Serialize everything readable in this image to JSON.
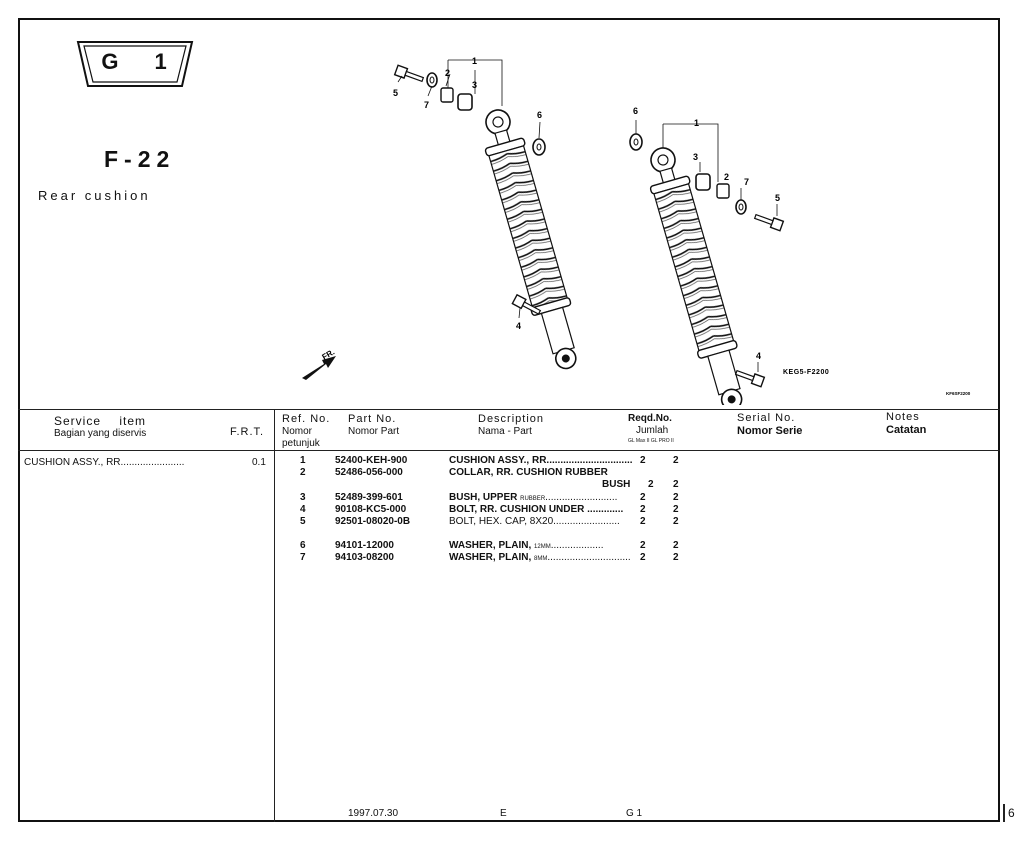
{
  "badge": {
    "letter": "G",
    "number": "1"
  },
  "figure": {
    "code": "F-22",
    "title": "Rear cushion",
    "diagram_code": "KEG5-F2200",
    "corner_code": "KF6SF2200",
    "front_marker": "FR.",
    "callouts_left": [
      "1",
      "2",
      "3",
      "4",
      "5",
      "6",
      "7"
    ],
    "callouts_right": [
      "1",
      "2",
      "3",
      "4",
      "5",
      "6",
      "7"
    ]
  },
  "table": {
    "headers": {
      "service_item": "Service item",
      "service_item_sub": "Bagian yang diservis",
      "frt": "F.R.T.",
      "ref_no": "Ref. No.",
      "ref_no_sub1": "Nomor",
      "ref_no_sub2": "petunjuk",
      "part_no": "Part No.",
      "part_no_sub": "Nomor Part",
      "description": "Description",
      "description_sub": "Nama - Part",
      "reqd_no": "Reqd.No.",
      "reqd_no_sub": "Jumlah",
      "reqd_models": "GL Max II  GL PRO II",
      "serial_no": "Serial No.",
      "serial_no_sub": "Nomor Serie",
      "notes": "Notes",
      "notes_sub": "Catatan"
    },
    "service": {
      "item": "CUSHION ASSY., RR.......................",
      "frt": "0.1"
    },
    "rows": [
      {
        "ref": "1",
        "part": "52400-KEH-900",
        "desc": "CUSHION ASSY., RR...............................",
        "q1": "2",
        "q2": "2"
      },
      {
        "ref": "2",
        "part": "52486-056-000",
        "desc": "COLLAR, RR. CUSHION RUBBER",
        "desc2": "BUSH",
        "q1": "2",
        "q2": "2"
      },
      {
        "ref": "3",
        "part": "52489-399-601",
        "desc": "BUSH, UPPER",
        "desc_small": "RUBBER",
        "desc_dots": "..........................",
        "q1": "2",
        "q2": "2"
      },
      {
        "ref": "4",
        "part": "90108-KC5-000",
        "desc": "BOLT, RR. CUSHION UNDER .............",
        "q1": "2",
        "q2": "2"
      },
      {
        "ref": "5",
        "part": "92501-08020-0B",
        "desc": "BOLT, HEX. CAP, 8X20........................",
        "q1": "2",
        "q2": "2"
      },
      {
        "ref": "6",
        "part": "94101-12000",
        "desc": "WASHER, PLAIN,",
        "desc_small": "12MM",
        "desc_dots": "...................",
        "q1": "2",
        "q2": "2"
      },
      {
        "ref": "7",
        "part": "94103-08200",
        "desc": "WASHER, PLAIN,",
        "desc_small": "8MM",
        "desc_dots": "..............................",
        "q1": "2",
        "q2": "2"
      }
    ]
  },
  "footer": {
    "date": "1997.07.30",
    "edition": "E",
    "group": "G 1",
    "page": "6"
  }
}
